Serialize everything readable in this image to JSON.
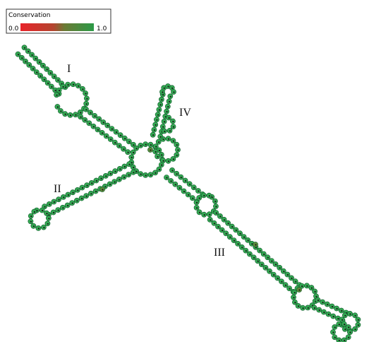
{
  "legend": {
    "title": "Conservation",
    "min_label": "0.0",
    "max_label": "1.0",
    "color_low": "#e8232a",
    "color_high": "#2b9a47"
  },
  "domains": [
    {
      "label": "I"
    },
    {
      "label": "II"
    },
    {
      "label": "III"
    },
    {
      "label": "IV"
    }
  ],
  "colors": {
    "nucleotide_fill": "#34a853",
    "nucleotide_dark": "#1a1a1a",
    "partial_conserved": "#5c8a3a"
  }
}
